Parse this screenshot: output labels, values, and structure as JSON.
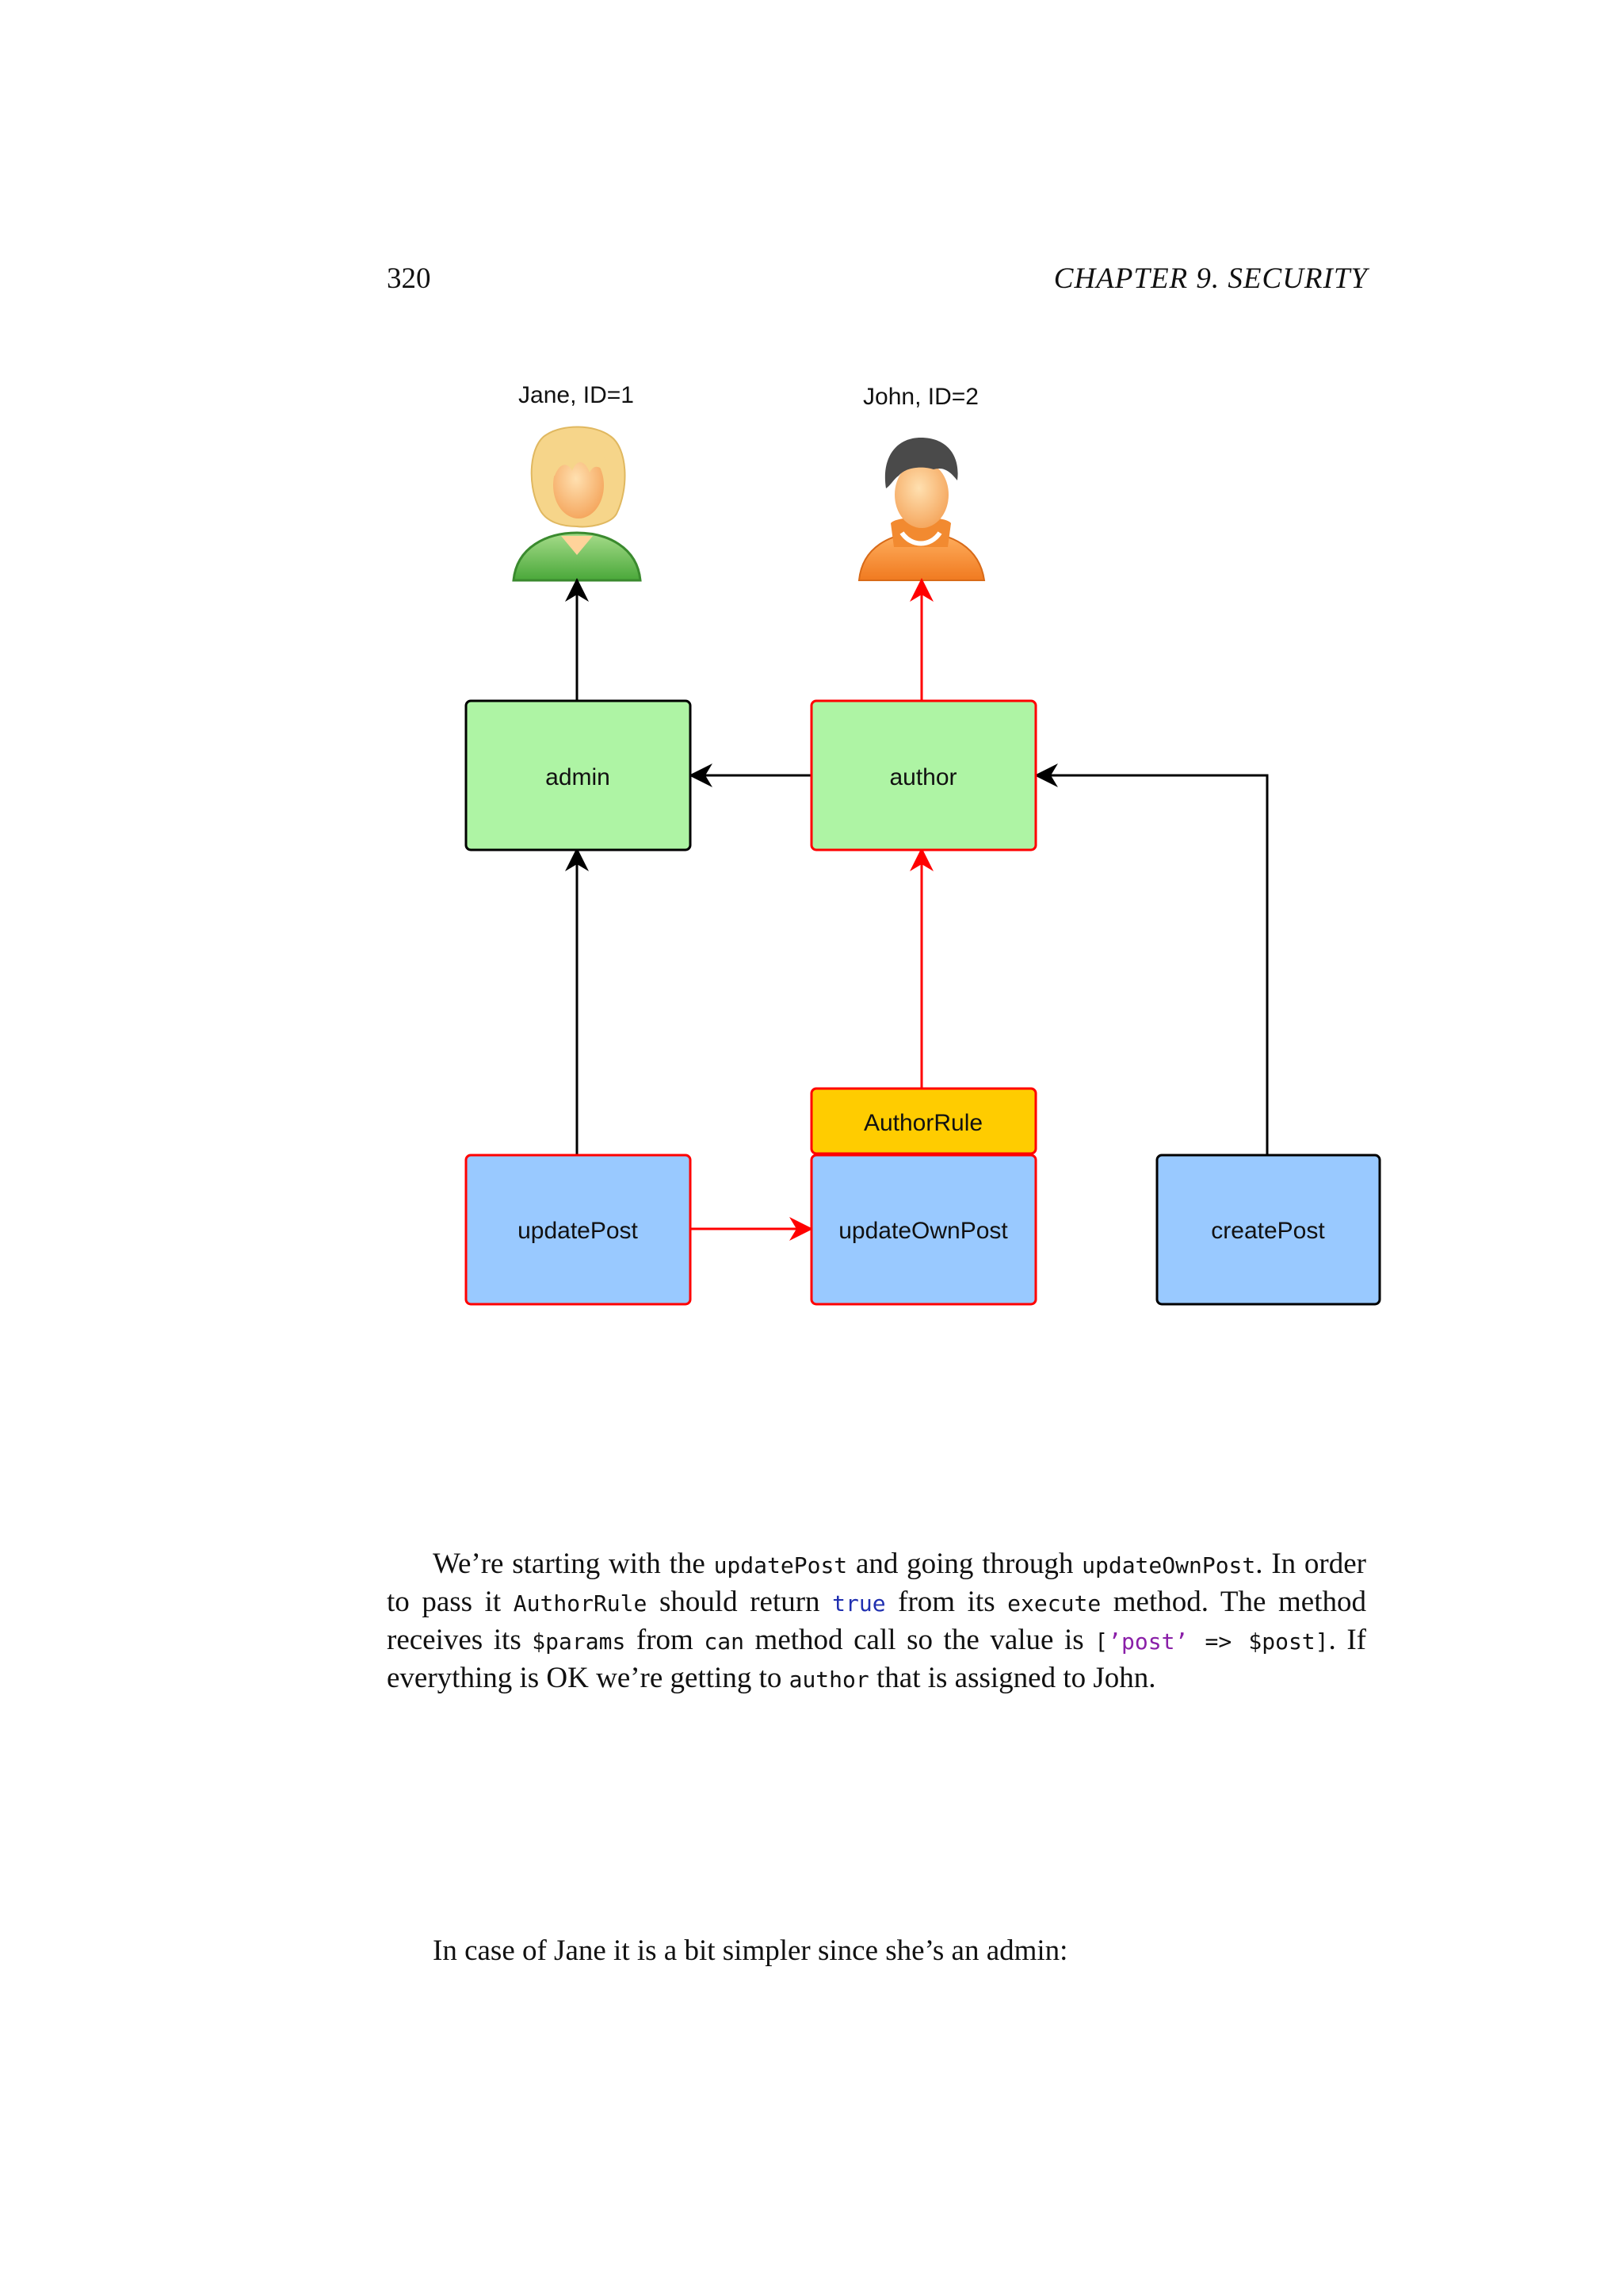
{
  "header": {
    "page_number": "320",
    "chapter": "CHAPTER 9.  SECURITY"
  },
  "diagram": {
    "users": [
      {
        "label": "Jane, ID=1",
        "icon": "female-user-icon"
      },
      {
        "label": "John, ID=2",
        "icon": "male-user-icon"
      }
    ],
    "roles": {
      "admin": "admin",
      "author": "author"
    },
    "rule": "AuthorRule",
    "permissions": {
      "update_post": "updatePost",
      "update_own_post": "updateOwnPost",
      "create_post": "createPost"
    },
    "colors": {
      "role_fill": "#aef4a4",
      "permission_fill": "#99c9ff",
      "rule_fill": "#ffcc00",
      "highlight_edge": "#ff0000",
      "normal_edge": "#000000"
    }
  },
  "paragraph1": {
    "t1": "We’re starting with the ",
    "c1": "updatePost",
    "t2": " and going through ",
    "c2": "updateOwnPost",
    "t3": ". In order to pass it ",
    "c3": "AuthorRule",
    "t4": " should return ",
    "c4": "true",
    "t5": " from its ",
    "c5": "execute",
    "t6": " method. The method receives its ",
    "c6": "$params",
    "t7": " from ",
    "c7": "can",
    "t8": " method call so the value is ",
    "c8a": "[",
    "c8b": "’post’",
    "c8c": " => $post]",
    "t9": ". If everything is OK we’re getting to ",
    "c9": "author",
    "t10": " that is assigned to John."
  },
  "paragraph2": {
    "text": "In case of Jane it is a bit simpler since she’s an admin:"
  }
}
